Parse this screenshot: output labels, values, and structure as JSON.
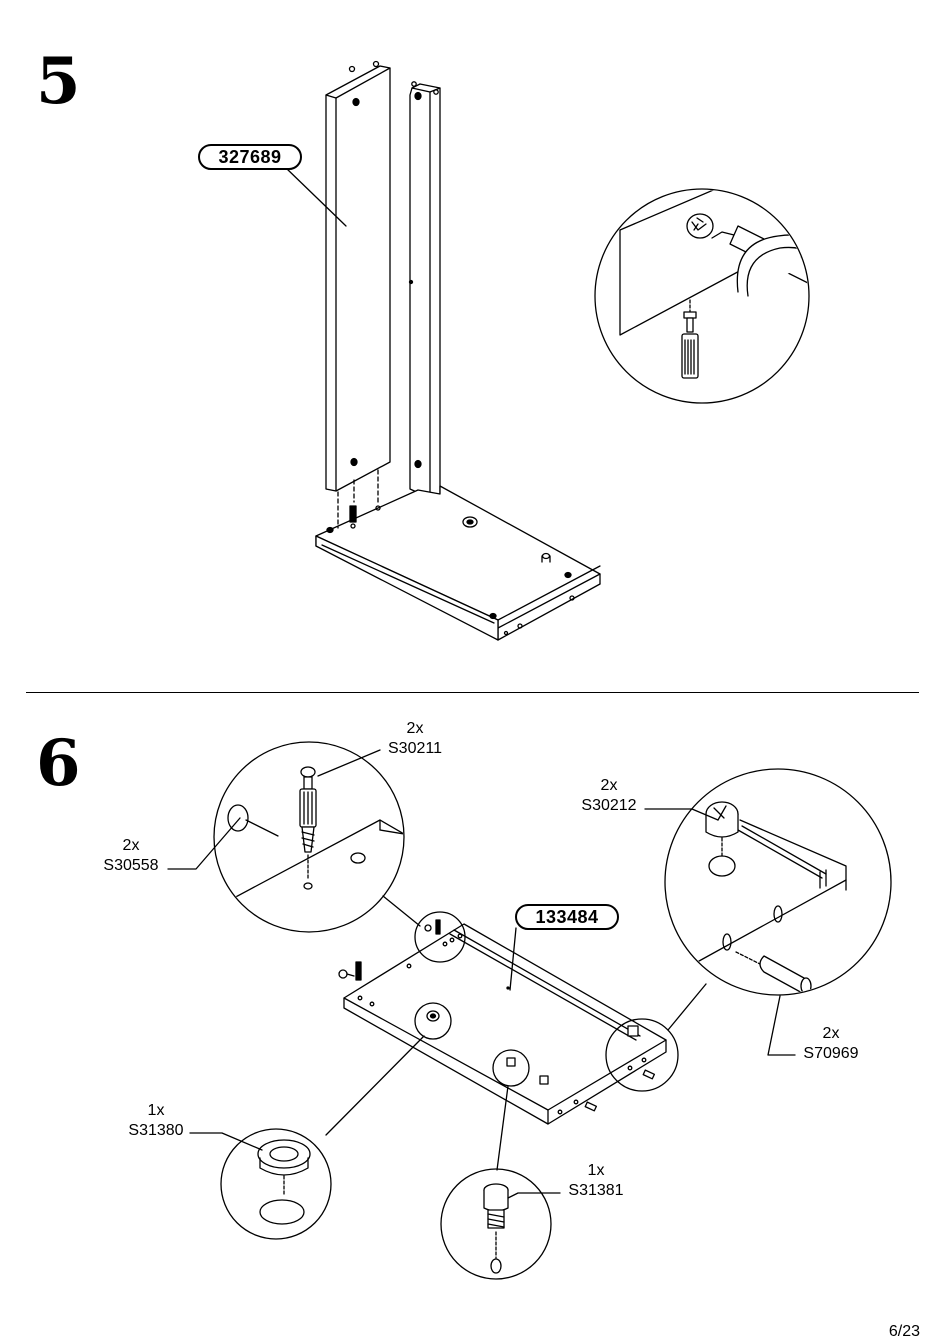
{
  "steps": [
    {
      "number": "5",
      "part_label": "327689"
    },
    {
      "number": "6",
      "part_label": "133484"
    }
  ],
  "callouts": {
    "s30211": {
      "qty": "2x",
      "code": "S30211"
    },
    "s30558": {
      "qty": "2x",
      "code": "S30558"
    },
    "s30212": {
      "qty": "2x",
      "code": "S30212"
    },
    "s70969": {
      "qty": "2x",
      "code": "S70969"
    },
    "s31380": {
      "qty": "1x",
      "code": "S31380"
    },
    "s31381": {
      "qty": "1x",
      "code": "S31381"
    }
  },
  "page": {
    "number": "6/23"
  },
  "icons": [
    "screwdriver-icon",
    "rotate-arrow-icon",
    "cam-lock-icon",
    "dowel-icon",
    "screw-icon",
    "nail-icon",
    "bushing-icon",
    "stud-icon"
  ],
  "colors": {
    "ink": "#000000",
    "paper": "#ffffff"
  }
}
